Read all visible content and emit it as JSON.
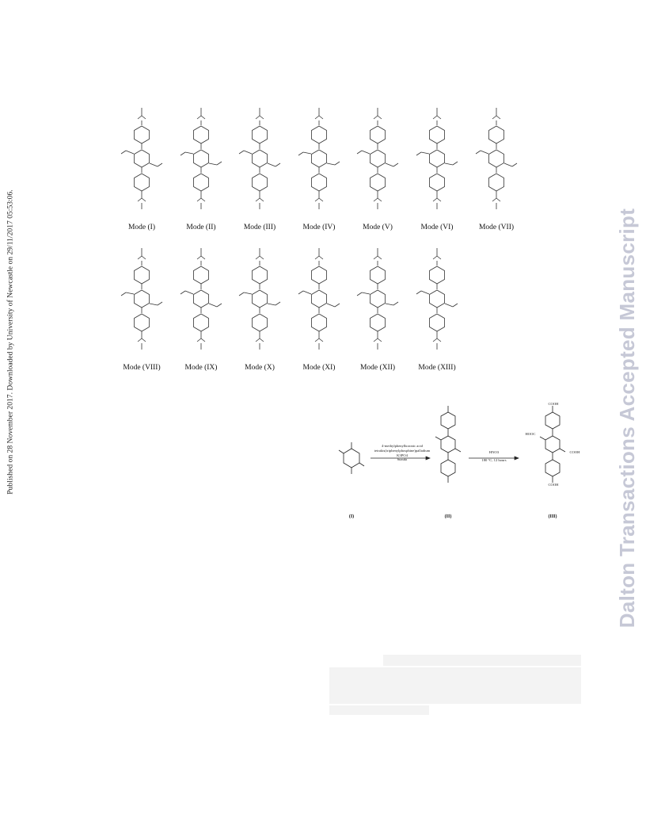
{
  "page": {
    "side_note": "Published on 28 November 2017. Downloaded by University of Newcastle on 29/11/2017 05:53:06.",
    "watermark": "Dalton Transactions Accepted Manuscript"
  },
  "figure_modes": {
    "row1": [
      "Mode (I)",
      "Mode (II)",
      "Mode (III)",
      "Mode (IV)",
      "Mode (V)",
      "Mode (VI)",
      "Mode (VII)"
    ],
    "row2": [
      "Mode (VIII)",
      "Mode (IX)",
      "Mode (X)",
      "Mode (XI)",
      "Mode (XII)",
      "Mode (XIII)"
    ]
  },
  "scheme": {
    "step1": {
      "line1": "4-methylphenylboronic acid",
      "line2": "tetrakis(triphenylphosphine)palladium",
      "line3": "K3PO4",
      "line4": "Suzuki"
    },
    "step2": {
      "line1": "HNO3",
      "line2": "180 °C, 12 hours"
    },
    "compounds": [
      "(I)",
      "(II)",
      "(III)"
    ],
    "groups": {
      "top": "COOH",
      "left": "HOOC",
      "right": "COOH",
      "bottom": "COOH"
    }
  }
}
